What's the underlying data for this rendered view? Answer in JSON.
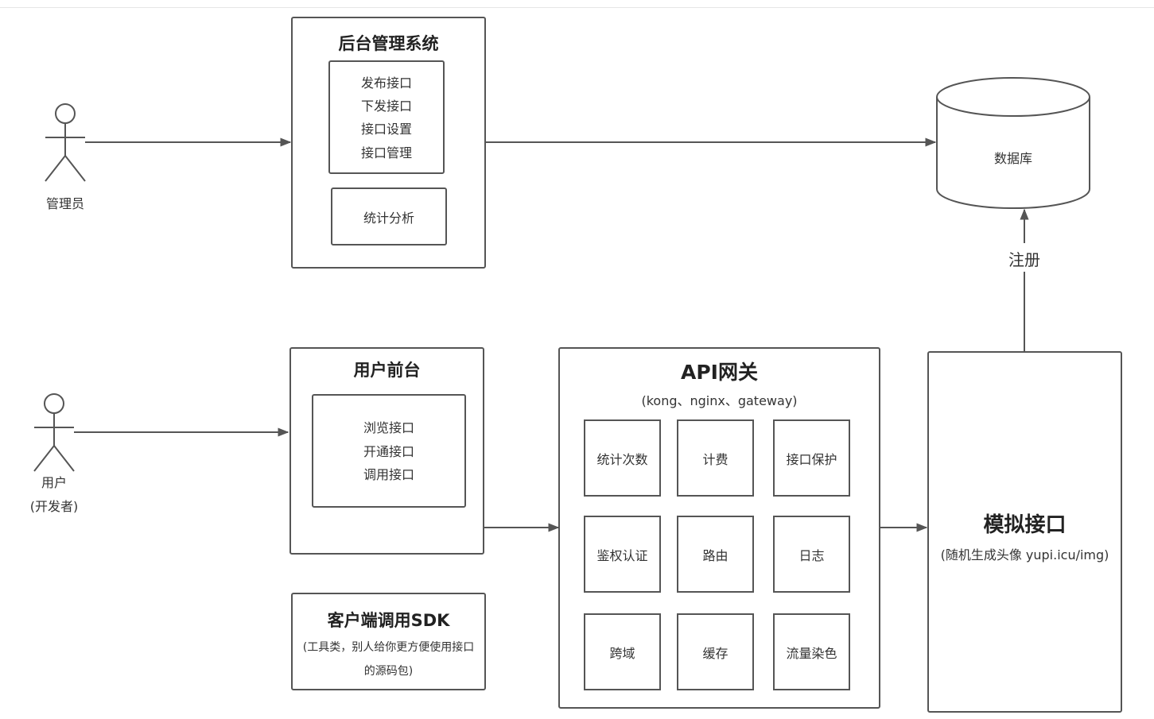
{
  "actors": {
    "admin": {
      "label": "管理员"
    },
    "user": {
      "label": "用户",
      "sublabel": "(开发者)"
    }
  },
  "admin_system": {
    "title": "后台管理系统",
    "items": [
      "发布接口",
      "下发接口",
      "接口设置",
      "接口管理"
    ],
    "stats": "统计分析"
  },
  "database": {
    "label": "数据库"
  },
  "register": {
    "label": "注册"
  },
  "user_portal": {
    "title": "用户前台",
    "items": [
      "浏览接口",
      "开通接口",
      "调用接口"
    ]
  },
  "sdk": {
    "title": "客户端调用SDK",
    "desc_line1": "(工具类，别人给你更方便使用接口",
    "desc_line2": "的源码包)"
  },
  "gateway": {
    "title": "API网关",
    "subtitle": "(kong、nginx、gateway)",
    "features": [
      "统计次数",
      "计费",
      "接口保护",
      "鉴权认证",
      "路由",
      "日志",
      "跨域",
      "缓存",
      "流量染色"
    ]
  },
  "mock_api": {
    "title": "模拟接口",
    "subtitle": "(随机生成头像 yupi.icu/img)"
  }
}
